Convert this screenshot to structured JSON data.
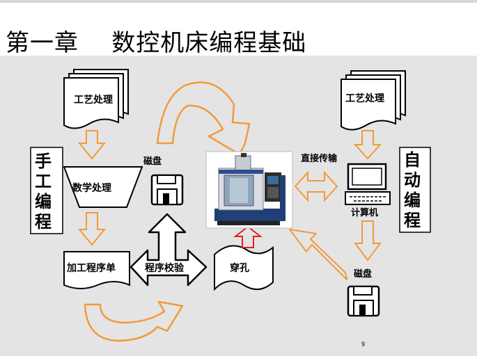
{
  "title": "第一章    数控机床编程基础",
  "labels": {
    "process_left": "工艺处理",
    "process_right": "工艺处理",
    "math": "数学处理",
    "program_sheet": "加工程序单",
    "verify": "程序校验",
    "punch": "穿孔",
    "disk_left": "磁盘",
    "disk_right": "磁盘",
    "direct": "直接传输",
    "computer": "计算机"
  },
  "manual": [
    "手",
    "工",
    "编",
    "程"
  ],
  "auto": [
    "自",
    "动",
    "编",
    "程"
  ],
  "page_number": "9",
  "colors": {
    "orange": "#f29a3a",
    "red": "#e02020",
    "background": "#e4e4e4"
  }
}
